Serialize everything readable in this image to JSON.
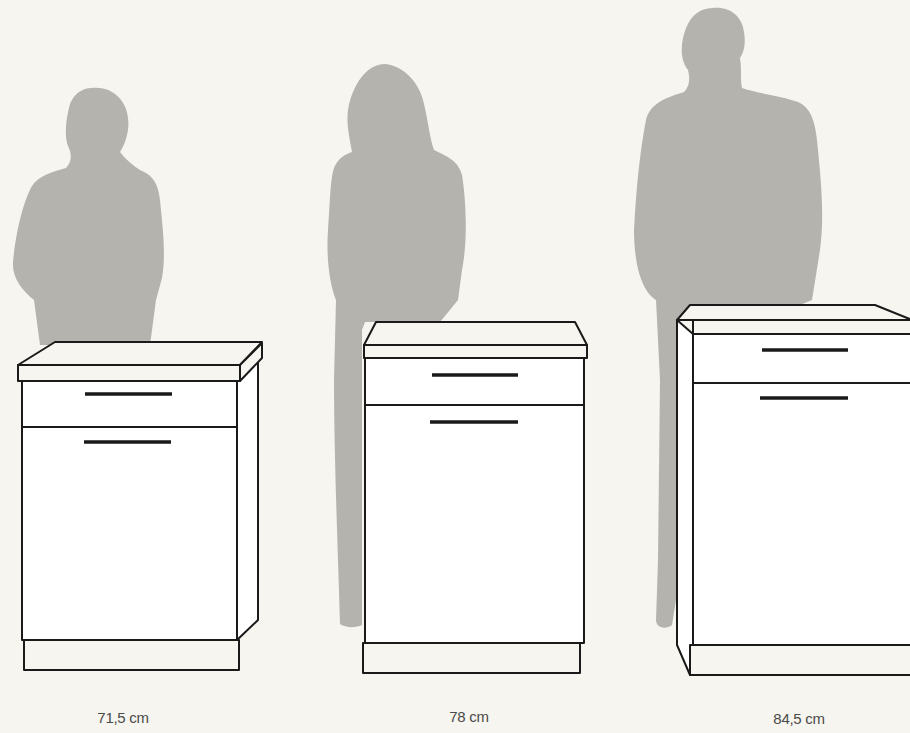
{
  "diagram": {
    "labels": [
      "71,5 cm",
      "78 cm",
      "84,5 cm"
    ]
  }
}
